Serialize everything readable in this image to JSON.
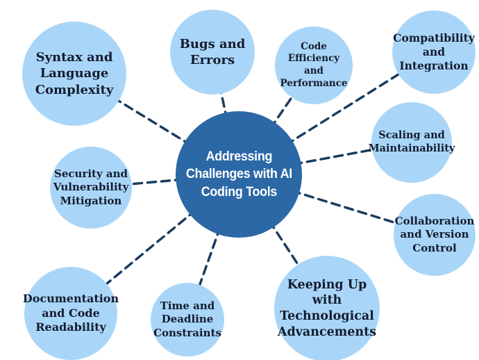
{
  "center": {
    "label": "Addressing\nChallenges with AI\nCoding Tools"
  },
  "nodes": [
    {
      "id": "syntax-and-language-complexity",
      "label": "Syntax and\nLanguage\nComplexity"
    },
    {
      "id": "bugs-and-errors",
      "label": "Bugs and\nErrors"
    },
    {
      "id": "code-efficiency-and-performance",
      "label": "Code Efficiency\nand\nPerformance"
    },
    {
      "id": "compatibility-and-integration",
      "label": "Compatibility\nand\nIntegration"
    },
    {
      "id": "scaling-and-maintainability",
      "label": "Scaling and\nMaintainability"
    },
    {
      "id": "collaboration-and-version-control",
      "label": "Collaboration\nand Version\nControl"
    },
    {
      "id": "keeping-up-with-tech-advancements",
      "label": "Keeping Up with\nTechnological\nAdvancements"
    },
    {
      "id": "time-and-deadline-constraints",
      "label": "Time and\nDeadline\nConstraints"
    },
    {
      "id": "documentation-and-code-readability",
      "label": "Documentation\nand Code\nReadability"
    },
    {
      "id": "security-and-vulnerability-mitigation",
      "label": "Security and\nVulnerability\nMitigation"
    }
  ],
  "colors": {
    "background": "#ffffff",
    "node-fill": "#a9d6f8",
    "center-fill": "#2c68a6",
    "node-text": "#141b2e",
    "center-text": "#ffffff",
    "connector": "#1a3c5e"
  }
}
